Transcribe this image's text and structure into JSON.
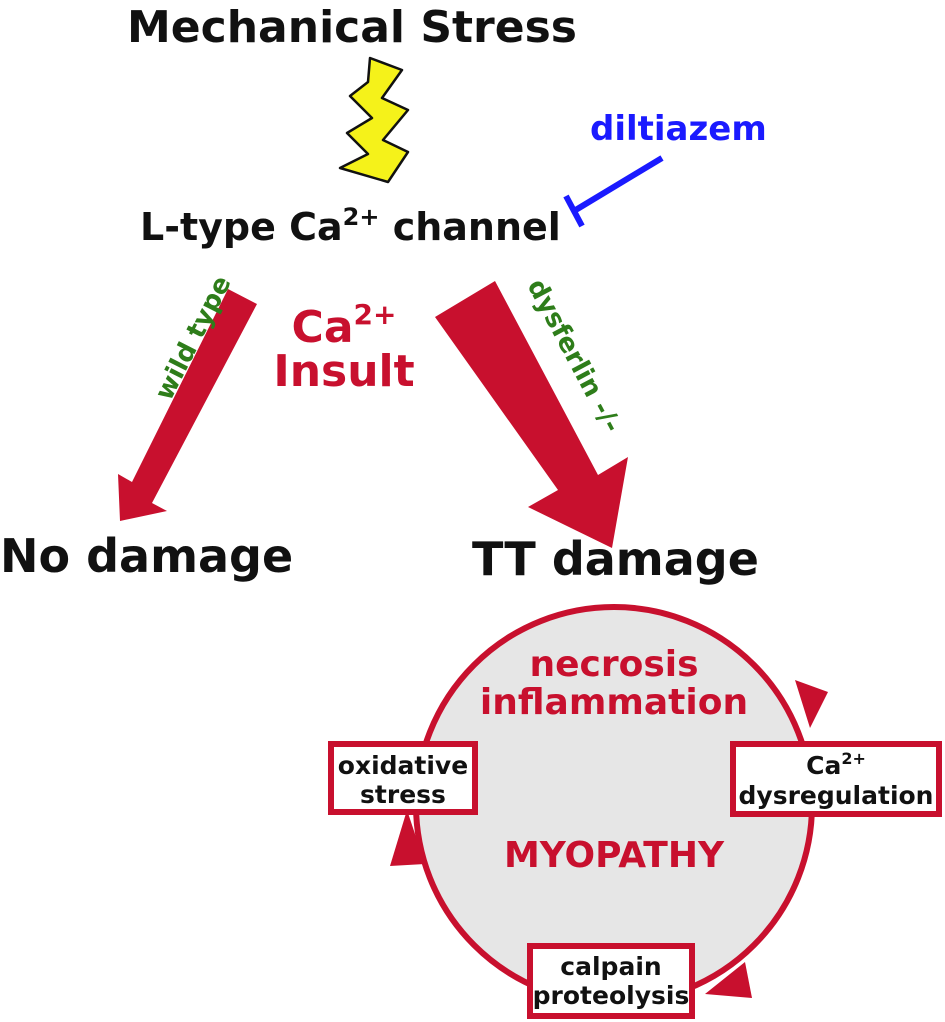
{
  "title": "Mechanical Stress",
  "channel": {
    "text": "L-type Ca",
    "sup": "2+",
    "suffix": " channel"
  },
  "inhibitor": "diltiazem",
  "insult": {
    "line1": "Ca",
    "line1_sup": "2+",
    "line2": "Insult"
  },
  "left_branch": {
    "arrow_label": "wild type",
    "outcome": "No damage"
  },
  "right_branch": {
    "arrow_label": "dysferlin -/-",
    "outcome": "TT damage"
  },
  "cycle": {
    "top_line1": "necrosis",
    "top_line2": "inflammation",
    "center": "MYOPATHY",
    "boxes": {
      "oxidative": {
        "line1": "oxidative",
        "line2": "stress"
      },
      "calcium": {
        "line1": "Ca",
        "line1_sup": "2+",
        "line2": "dysregulation"
      },
      "calpain": {
        "line1": "calpain",
        "line2": "proteolysis"
      }
    }
  },
  "colors": {
    "arrow_red": "#c8102e",
    "label_green": "#2e7d1a",
    "inhibitor_blue": "#1a1aff",
    "bolt_yellow": "#f5f21a",
    "circle_fill": "#e6e6e6"
  }
}
